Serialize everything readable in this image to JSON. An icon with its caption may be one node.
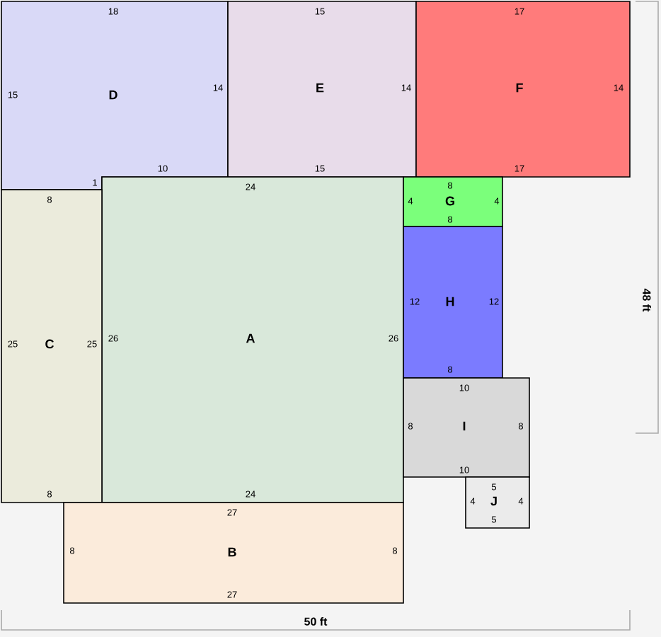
{
  "diagram": {
    "nodes": [
      {
        "text": [
          "18",
          "15",
          "D",
          "14",
          "10",
          "1"
        ]
      },
      {
        "text": [
          "15",
          "E",
          "14",
          "15"
        ]
      },
      {
        "text": [
          "17",
          "F",
          "14",
          "17"
        ]
      },
      {
        "text": [
          "24",
          "26",
          "A",
          "26",
          "24"
        ]
      },
      {
        "text": [
          "8",
          "4",
          "G",
          "4",
          "8"
        ]
      },
      {
        "text": [
          "8",
          "25",
          "C",
          "25",
          "8"
        ]
      },
      {
        "text": [
          "12",
          "H",
          "12",
          "8"
        ]
      },
      {
        "text": [
          "10",
          "8",
          "I",
          "8",
          "10"
        ]
      },
      {
        "text": [
          "5",
          "4",
          "J",
          "4",
          "5"
        ]
      },
      {
        "text": [
          "27",
          "8",
          "B",
          "8",
          "27"
        ]
      }
    ],
    "labels": [
      "48 ft",
      "50 ft"
    ]
  }
}
